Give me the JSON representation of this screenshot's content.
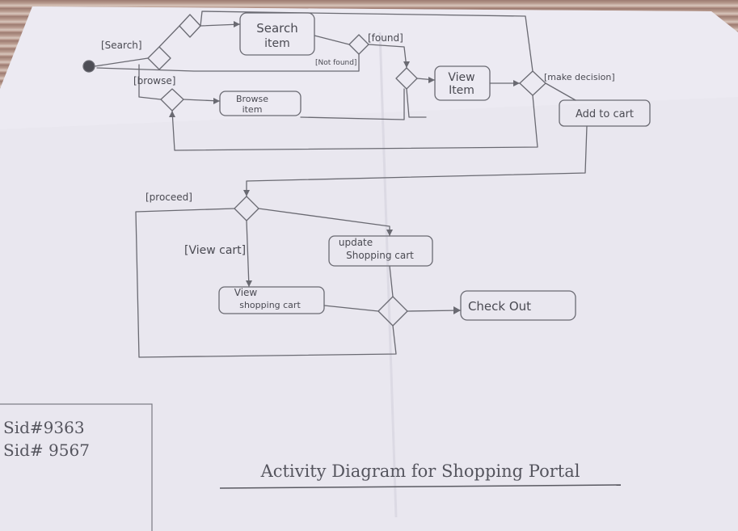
{
  "start_node": "",
  "activities": {
    "search_item": [
      "Search",
      "item"
    ],
    "view_item": [
      "View",
      "Item"
    ],
    "browse_item": [
      "Browse",
      "item"
    ],
    "add_to_cart": "Add to cart",
    "update_cart": [
      "update",
      "Shopping cart"
    ],
    "view_cart": [
      "View",
      "shopping cart"
    ],
    "checkout": "Check Out"
  },
  "guards": {
    "search": "[Search]",
    "browse": "[browse]",
    "found": "[found]",
    "not_found": "[Not found]",
    "make_decision": "[make decision]",
    "proceed": "[proceed]",
    "view_cart": "[View cart]"
  },
  "ids": [
    "Sid#9363",
    "Sid# 9567"
  ],
  "caption": "Activity Diagram for Shopping Portal"
}
